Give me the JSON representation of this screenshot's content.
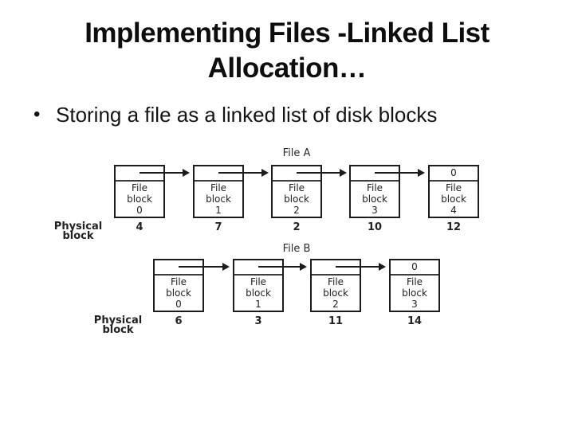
{
  "slide": {
    "title_line1": "Implementing Files -Linked List",
    "title_line2": "Allocation…",
    "bullet_glyph": "•",
    "bullet": "Storing a file as a linked list of disk blocks"
  },
  "diagram": {
    "file_a": {
      "label": "File A",
      "physical_label": "Physical\nblock",
      "blocks": [
        {
          "pointer": "",
          "label": "File\nblock\n0",
          "physical": "4"
        },
        {
          "pointer": "",
          "label": "File\nblock\n1",
          "physical": "7"
        },
        {
          "pointer": "",
          "label": "File\nblock\n2",
          "physical": "2"
        },
        {
          "pointer": "",
          "label": "File\nblock\n3",
          "physical": "10"
        },
        {
          "pointer": "0",
          "label": "File\nblock\n4",
          "physical": "12"
        }
      ]
    },
    "file_b": {
      "label": "File B",
      "physical_label": "Physical\nblock",
      "blocks": [
        {
          "pointer": "",
          "label": "File\nblock\n0",
          "physical": "6"
        },
        {
          "pointer": "",
          "label": "File\nblock\n1",
          "physical": "3"
        },
        {
          "pointer": "",
          "label": "File\nblock\n2",
          "physical": "11"
        },
        {
          "pointer": "0",
          "label": "File\nblock\n3",
          "physical": "14"
        }
      ]
    }
  }
}
